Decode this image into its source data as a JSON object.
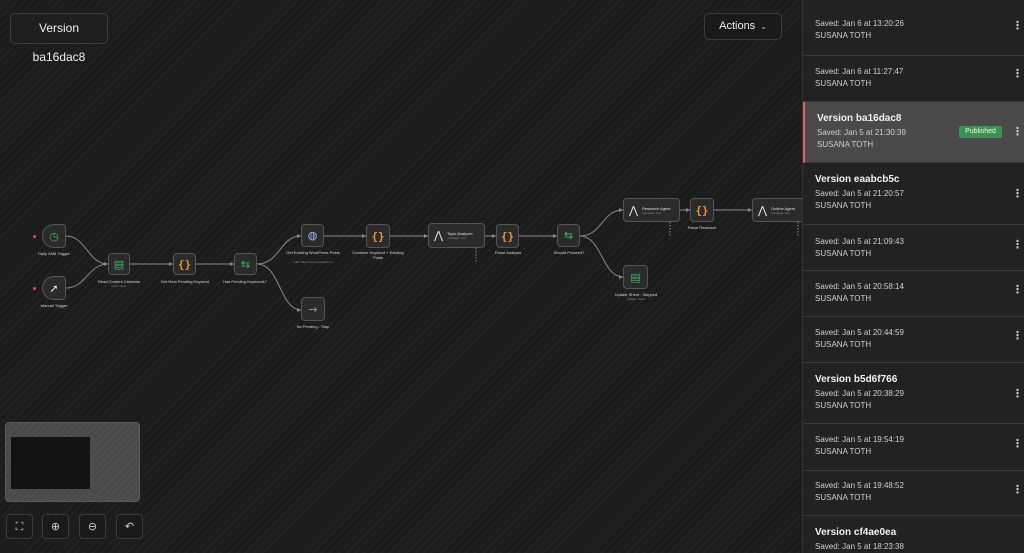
{
  "canvas": {
    "version_label": "Version ba16dac8",
    "actions_label": "Actions",
    "actions_chevron": "chevron-down-icon",
    "nodes": {
      "daily_trigger": "Daily 9AM Trigger",
      "manual_trigger": "Manual Trigger",
      "read_calendar": "Read Content Calendar",
      "read_calendar_sub": "read: sheet",
      "get_keyword": "Get Next Pending Keyword",
      "has_pending": "Has Pending Keywords?",
      "get_wp_posts": "Get Existing WordPress Posts",
      "get_wp_posts_sub": "GET: https://www.example.co",
      "no_pending": "No Pending - Stop",
      "combine": "Combine Keyword + Existing Posts",
      "topic_analyzer": "Topic Analyzer",
      "topic_analyzer_sub": "message: text",
      "parse_analysis": "Parse Analysis",
      "should_proceed": "Should Proceed?",
      "update_sheet": "Update Sheet - Skipped",
      "update_sheet_sub": "update: sheet",
      "research_agent": "Research Agent",
      "research_agent_sub": "message: text",
      "parse_research": "Parse Research",
      "outline_agent": "Outline Agent",
      "outline_agent_sub": "message: text"
    },
    "zoom_controls": [
      "fit-view-icon",
      "zoom-in-icon",
      "zoom-out-icon",
      "undo-icon"
    ]
  },
  "sidebar": {
    "versions": [
      {
        "name": "",
        "saved": "Saved: Jan 6 at 13:20:26",
        "user": "SUSANA TOTH",
        "badge": ""
      },
      {
        "name": "",
        "saved": "Saved: Jan 6 at 11:27:47",
        "user": "SUSANA TOTH",
        "badge": ""
      },
      {
        "name": "Version ba16dac8",
        "saved": "Saved: Jan 5 at 21:30:39",
        "user": "SUSANA TOTH",
        "badge": "Published"
      },
      {
        "name": "Version eaabcb5c",
        "saved": "Saved: Jan 5 at 21:20:57",
        "user": "SUSANA TOTH",
        "badge": ""
      },
      {
        "name": "",
        "saved": "Saved: Jan 5 at 21:09:43",
        "user": "SUSANA TOTH",
        "badge": ""
      },
      {
        "name": "",
        "saved": "Saved: Jan 5 at 20:58:14",
        "user": "SUSANA TOTH",
        "badge": ""
      },
      {
        "name": "",
        "saved": "Saved: Jan 5 at 20:44:59",
        "user": "SUSANA TOTH",
        "badge": ""
      },
      {
        "name": "Version b5d6f766",
        "saved": "Saved: Jan 5 at 20:38:29",
        "user": "SUSANA TOTH",
        "badge": ""
      },
      {
        "name": "",
        "saved": "Saved: Jan 5 at 19:54:19",
        "user": "SUSANA TOTH",
        "badge": ""
      },
      {
        "name": "",
        "saved": "Saved: Jan 5 at 19:48:52",
        "user": "SUSANA TOTH",
        "badge": ""
      },
      {
        "name": "Version cf4ae0ea",
        "saved": "Saved: Jan 5 at 18:23:38",
        "user": "",
        "badge": ""
      }
    ],
    "selected_index": 2
  },
  "colors": {
    "published_badge": "#3f8f55",
    "selected_accent": "#e0625a",
    "code_icon": "#e8943a",
    "sheet_icon": "#43b169"
  }
}
